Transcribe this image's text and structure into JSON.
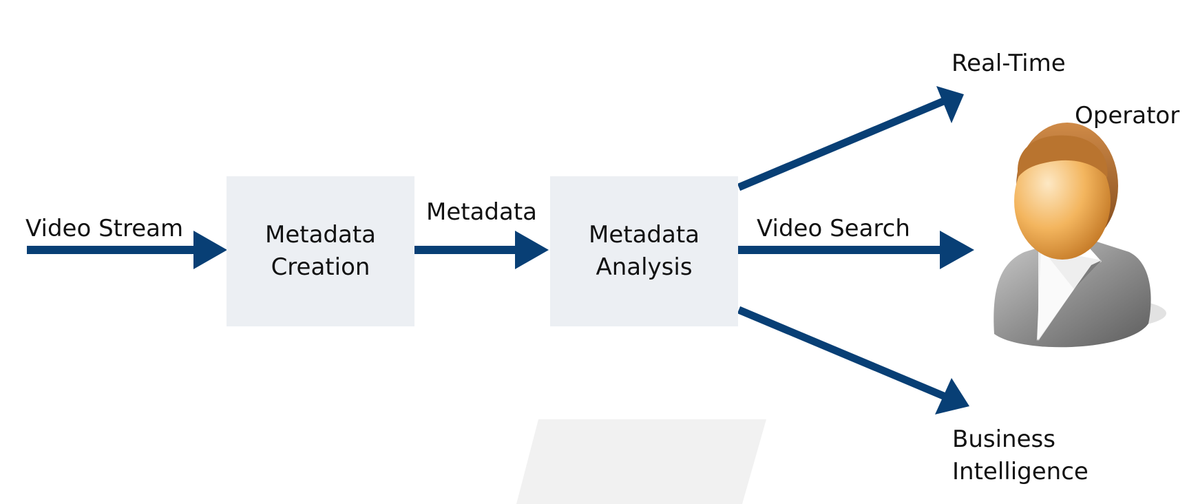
{
  "labels": {
    "input": "Video Stream",
    "middle": "Metadata",
    "top_output": "Real-Time",
    "mid_output": "Video Search",
    "bottom_output_line1": "Business",
    "bottom_output_line2": "Intelligence",
    "person": "Operator"
  },
  "boxes": {
    "creation": {
      "line1": "Metadata",
      "line2": "Creation"
    },
    "analysis": {
      "line1": "Metadata",
      "line2": "Analysis"
    }
  },
  "colors": {
    "arrow": "#083f75",
    "box_fill": "#eceff3",
    "watermark": "#f1f1f1"
  },
  "icons": {
    "person": "operator-person-icon"
  }
}
